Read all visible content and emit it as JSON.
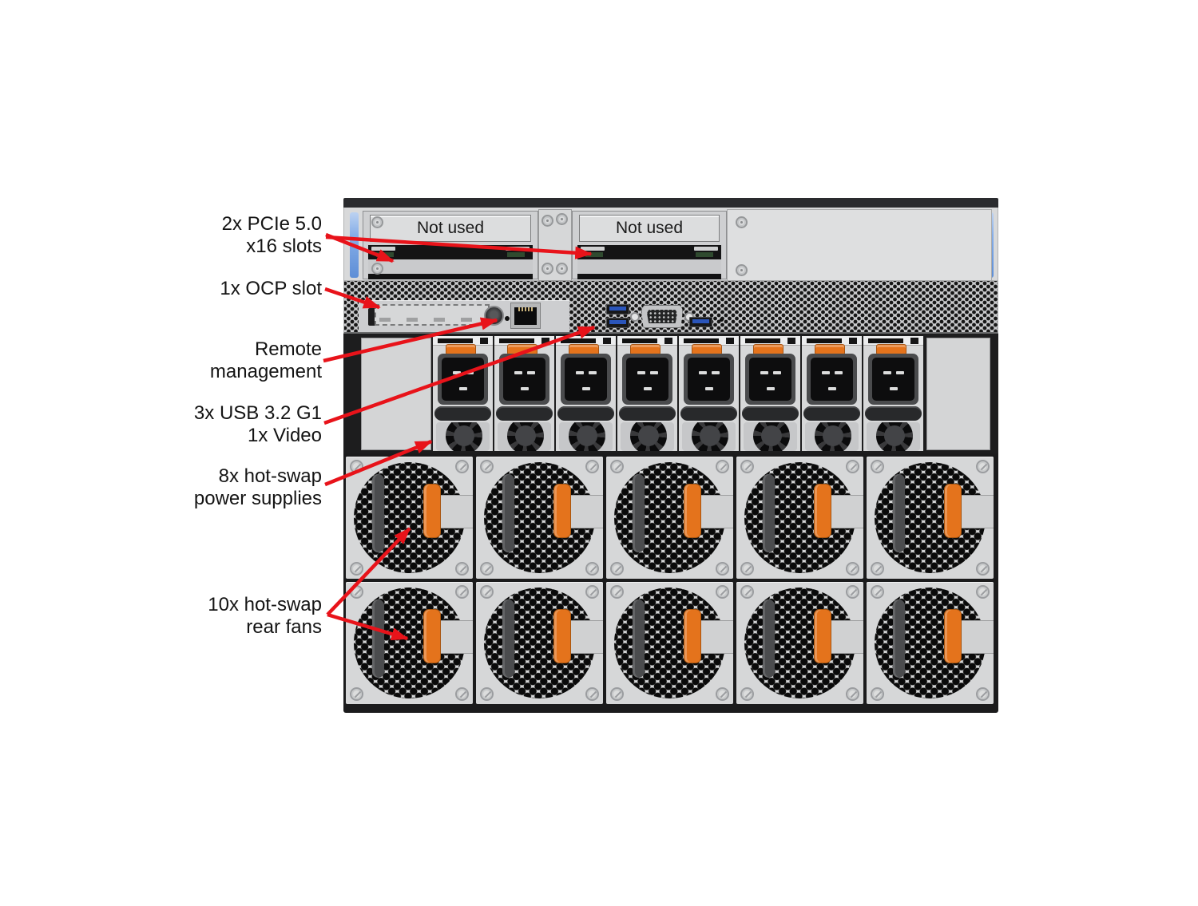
{
  "annotations": [
    {
      "id": "pcie",
      "lines": [
        "2x PCIe 5.0",
        "x16 slots"
      ]
    },
    {
      "id": "ocp",
      "lines": [
        "1x OCP slot"
      ]
    },
    {
      "id": "remote",
      "lines": [
        "Remote",
        "management"
      ]
    },
    {
      "id": "usb",
      "lines": [
        "3x USB 3.2 G1",
        "1x Video"
      ]
    },
    {
      "id": "psu",
      "lines": [
        "8x hot-swap",
        "power supplies"
      ]
    },
    {
      "id": "fans",
      "lines": [
        "10x hot-swap",
        "rear fans"
      ]
    }
  ],
  "server": {
    "pcie_slots": [
      {
        "label": "Not used"
      },
      {
        "label": "Not used"
      }
    ],
    "psu_count": 8,
    "fan_rows": 2,
    "fans_per_row": 5
  },
  "colors": {
    "arrow_red": "#e8131a",
    "latch_orange": "#e4731c",
    "usb_blue": "#2a55bb",
    "edge_blue": "#86aee8"
  }
}
